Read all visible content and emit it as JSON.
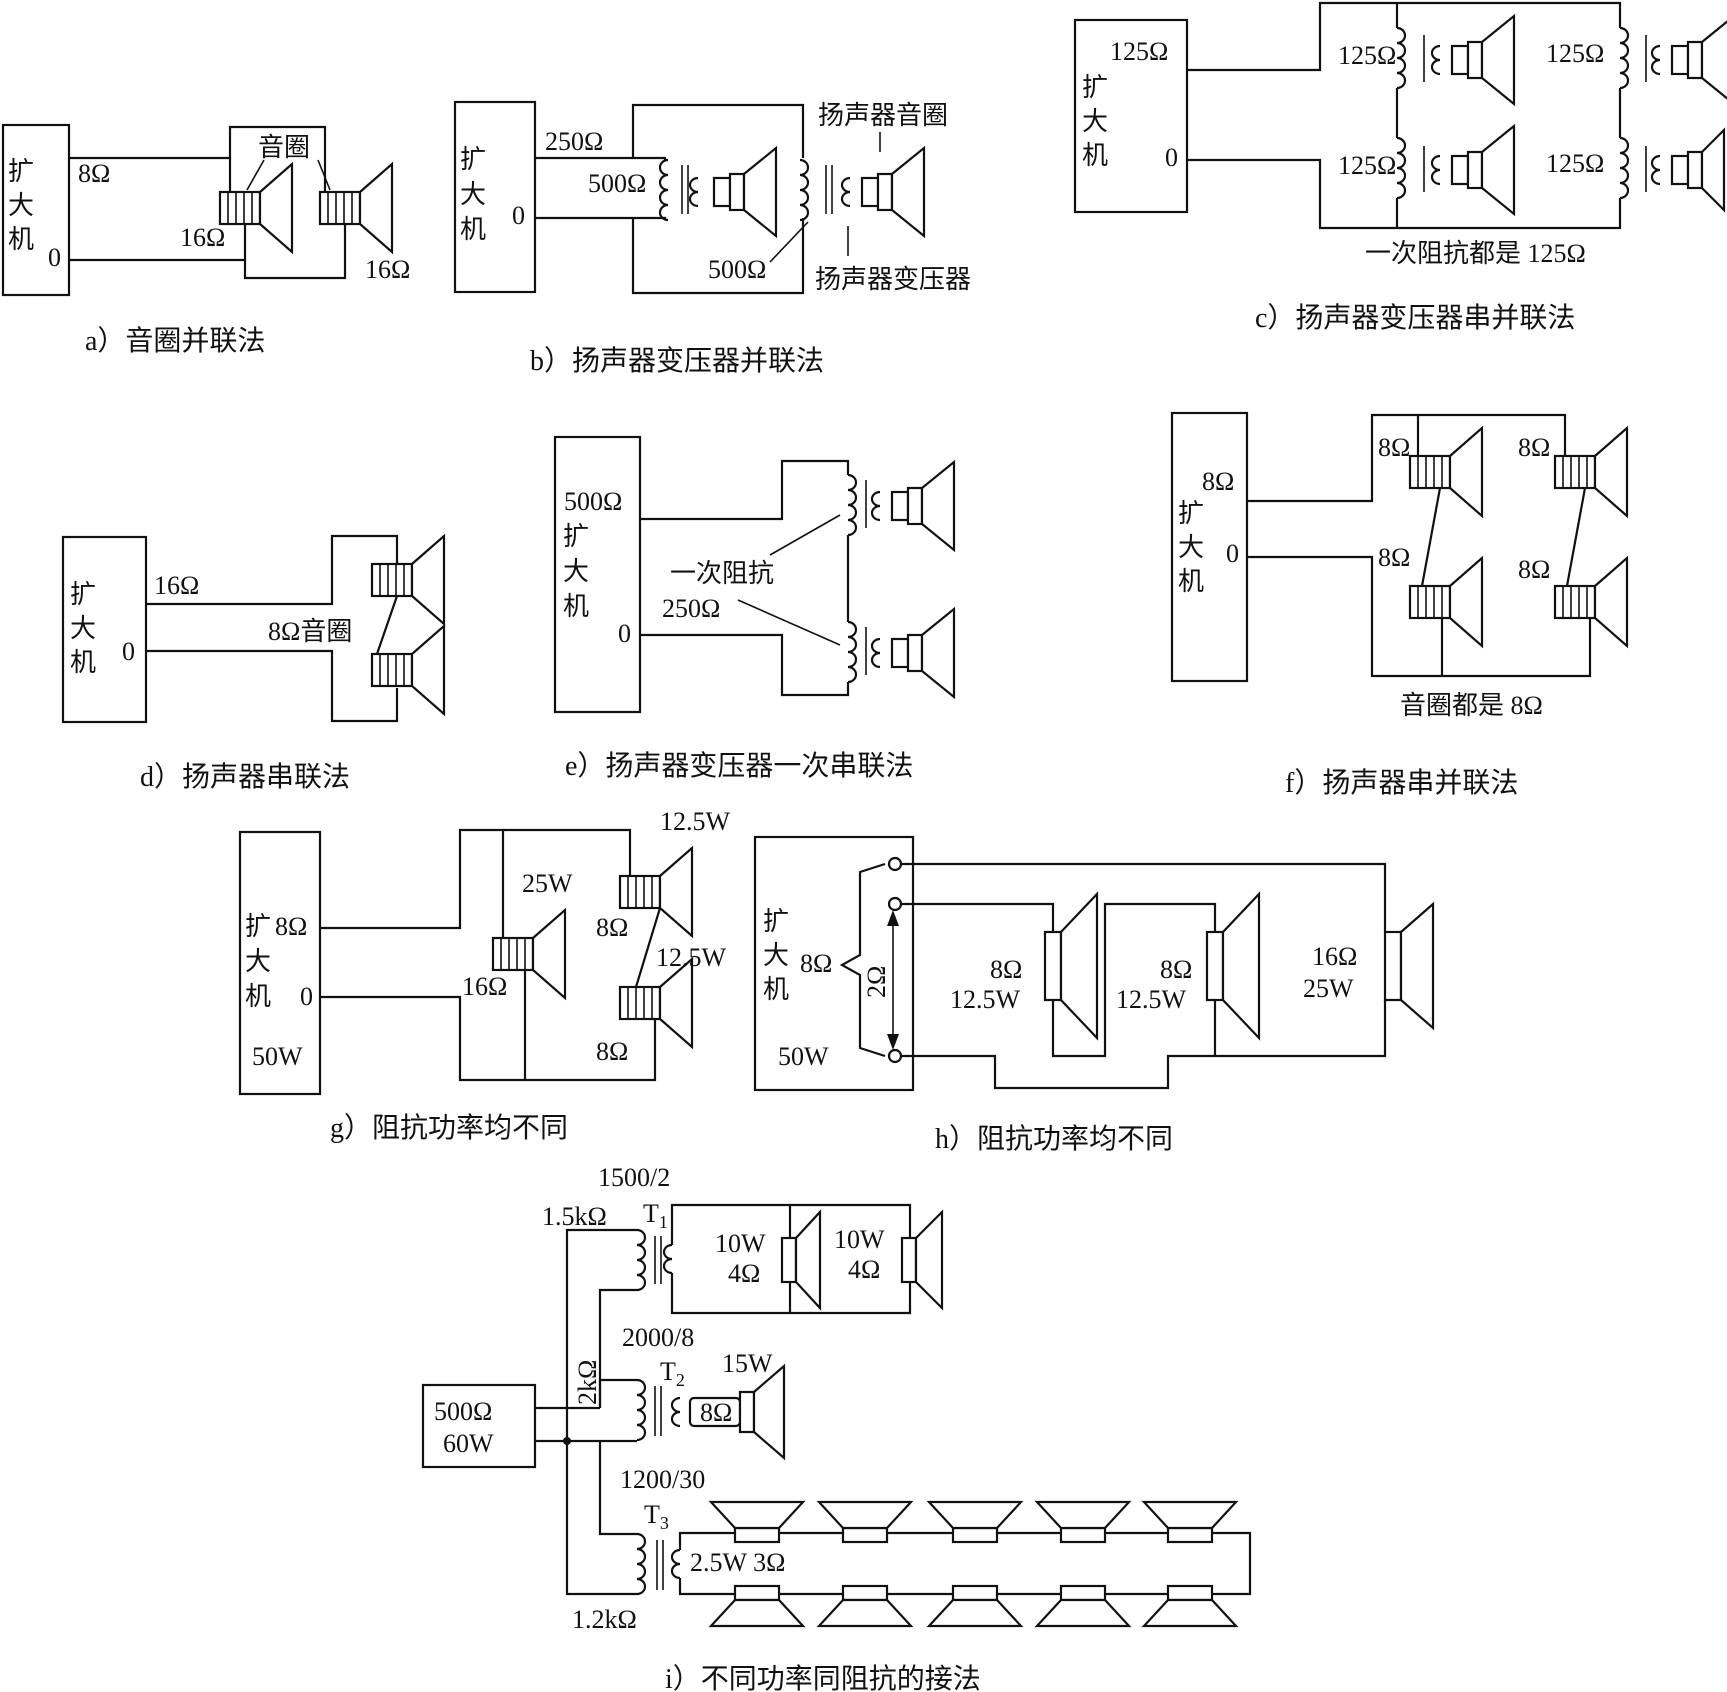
{
  "common": {
    "amplifier": [
      "扩",
      "大",
      "机"
    ],
    "zero": "0"
  },
  "a": {
    "caption": "a）音圈并联法",
    "imp_out": "8Ω",
    "coil": "音圈",
    "spk1": "16Ω",
    "spk2": "16Ω"
  },
  "b": {
    "caption": "b）扬声器变压器并联法",
    "imp_out": "250Ω",
    "tr1": "500Ω",
    "tr2": "500Ω",
    "coil_label": "扬声器音圈",
    "transformer_label": "扬声器变压器"
  },
  "c": {
    "caption": "c）扬声器变压器串并联法",
    "imp_out": "125Ω",
    "tr": [
      "125Ω",
      "125Ω",
      "125Ω",
      "125Ω"
    ],
    "note": "一次阻抗都是 125Ω"
  },
  "d": {
    "caption": "d）扬声器串联法",
    "imp_out": "16Ω",
    "coil": "8Ω音圈"
  },
  "e": {
    "caption": "e）扬声器变压器一次串联法",
    "imp_out": "500Ω",
    "note_line1": "一次阻抗",
    "note_line2": "250Ω"
  },
  "f": {
    "caption": "f）扬声器串并联法",
    "imp_out": "8Ω",
    "spk": [
      "8Ω",
      "8Ω",
      "8Ω",
      "8Ω"
    ],
    "note": "音圈都是 8Ω"
  },
  "g": {
    "caption": "g）阻抗功率均不同",
    "imp_out": "8Ω",
    "power": "50W",
    "big_w": "25W",
    "big_imp": "16Ω",
    "s1_w": "12.5W",
    "s1_imp": "8Ω",
    "s2_w": "12.5W",
    "s2_imp": "8Ω"
  },
  "h": {
    "caption": "h）阻抗功率均不同",
    "imp_out": "8Ω",
    "power": "50W",
    "tap": "2Ω",
    "s1_imp": "8Ω",
    "s1_w": "12.5W",
    "s2_imp": "8Ω",
    "s2_w": "12.5W",
    "s3_imp": "16Ω",
    "s3_w": "25W"
  },
  "i": {
    "caption": "i）不同功率同阻抗的接法",
    "amp_imp": "500Ω",
    "amp_w": "60W",
    "t1_ratio": "1500/2",
    "t1": "T",
    "t1_sub": "1",
    "t1_prim": "1.5kΩ",
    "t1_s1_w": "10W",
    "t1_s1_imp": "4Ω",
    "t1_s2_w": "10W",
    "t1_s2_imp": "4Ω",
    "t2_ratio": "2000/8",
    "t2": "T",
    "t2_sub": "2",
    "t2_prim": "2kΩ",
    "t2_w": "15W",
    "t2_imp": "8Ω",
    "t3_ratio": "1200/30",
    "t3": "T",
    "t3_sub": "3",
    "t3_prim": "1.2kΩ",
    "t3_spk": "2.5W 3Ω"
  }
}
